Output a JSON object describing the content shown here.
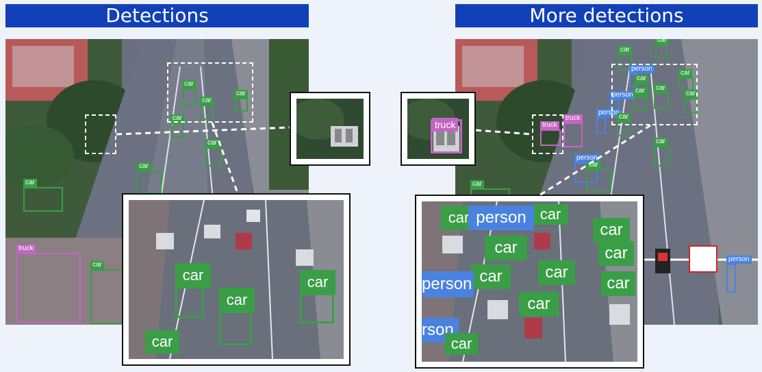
{
  "panels": {
    "left_title": "Detections",
    "right_title": "More detections"
  },
  "labels": {
    "car": "car",
    "truck": "truck",
    "person": "person",
    "person_cut": "person",
    "person_partial": "rson"
  },
  "colors": {
    "title_bg": "#1240b8",
    "car": "#3a9e46",
    "truck": "#c465c4",
    "person": "#4a82e0"
  }
}
